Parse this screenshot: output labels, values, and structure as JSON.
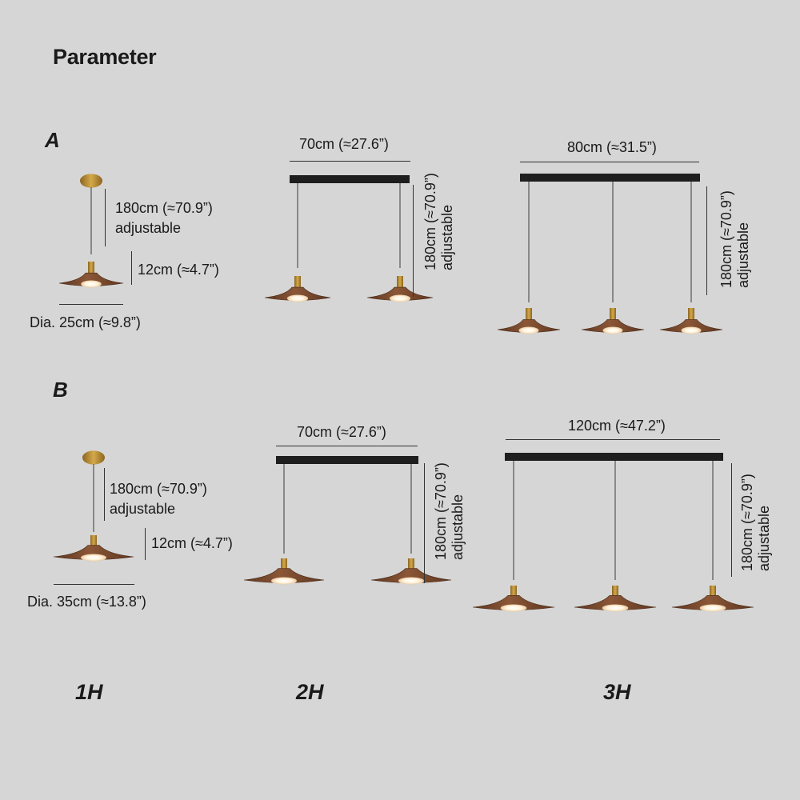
{
  "title": "Parameter",
  "rows": [
    {
      "label": "A",
      "single": {
        "drop": "180cm (≈70.9”)",
        "drop_note": "adjustable",
        "height": "12cm (≈4.7”)",
        "diameter": "Dia. 25cm (≈9.8”)"
      },
      "double": {
        "width": "70cm (≈27.6”)",
        "drop": "180cm (≈70.9”)",
        "drop_note": "adjustable"
      },
      "triple": {
        "width": "80cm (≈31.5”)",
        "drop": "180cm (≈70.9”)",
        "drop_note": "adjustable"
      }
    },
    {
      "label": "B",
      "single": {
        "drop": "180cm (≈70.9”)",
        "drop_note": "adjustable",
        "height": "12cm (≈4.7”)",
        "diameter": "Dia. 35cm (≈13.8”)"
      },
      "double": {
        "width": "70cm (≈27.6”)",
        "drop": "180cm (≈70.9”)",
        "drop_note": "adjustable"
      },
      "triple": {
        "width": "120cm (≈47.2”)",
        "drop": "180cm (≈70.9”)",
        "drop_note": "adjustable"
      }
    }
  ],
  "columns": [
    "1H",
    "2H",
    "3H"
  ],
  "colors": {
    "background": "#d6d6d6",
    "shade": "#7a4a30",
    "brass": "#b8892e",
    "canopy_bar": "#1e1e1e",
    "light": "#fff6e6"
  }
}
